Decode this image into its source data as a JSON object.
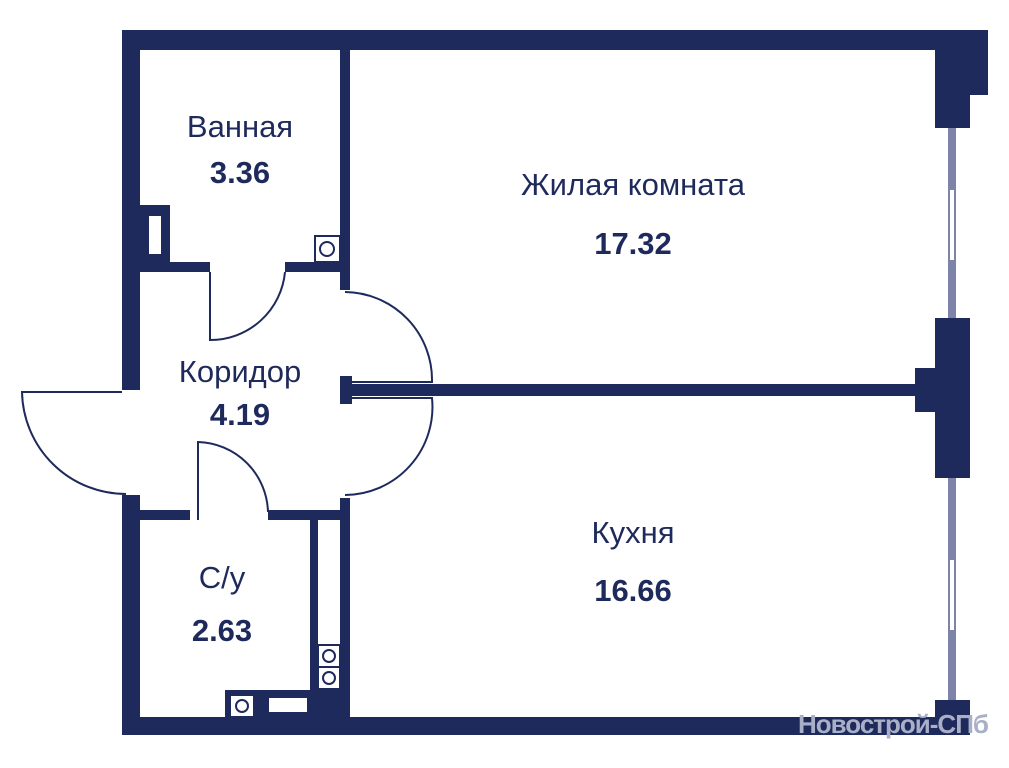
{
  "colors": {
    "wall": "#1f2a5c",
    "window": "#7d84a8",
    "watermark": "#a9afc6"
  },
  "rooms": [
    {
      "name": "Ванная",
      "area": "3.36"
    },
    {
      "name": "Жилая комната",
      "area": "17.32"
    },
    {
      "name": "Коридор",
      "area": "4.19"
    },
    {
      "name": "Кухня",
      "area": "16.66"
    },
    {
      "name": "С/у",
      "area": "2.63"
    }
  ],
  "watermark": "Новострой-СПб"
}
